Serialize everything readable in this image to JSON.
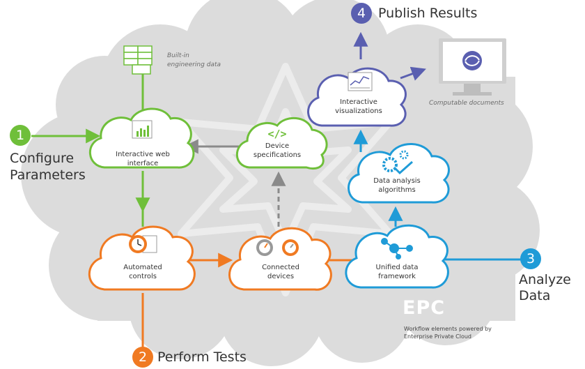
{
  "colors": {
    "green": "#6fbf3a",
    "orange": "#f07a22",
    "blue": "#1f9bd7",
    "purple": "#5a5fb0",
    "gray_arrow": "#8a8a8a",
    "cloud_gray": "#dcdcdc"
  },
  "steps": [
    {
      "number": "1",
      "label_line1": "Configure",
      "label_line2": "Parameters"
    },
    {
      "number": "2",
      "label": "Perform Tests"
    },
    {
      "number": "3",
      "label_line1": "Analyze",
      "label_line2": "Data"
    },
    {
      "number": "4",
      "label": "Publish Results"
    }
  ],
  "nodes": {
    "web_interface": {
      "line1": "Interactive web",
      "line2": "interface",
      "icon": "bar-chart-window-icon"
    },
    "device_specs": {
      "line1": "Device",
      "line2": "specifications",
      "icon": "code-brackets-icon"
    },
    "automated_controls": {
      "line1": "Automated",
      "line2": "controls",
      "icon": "clock-calendar-icon"
    },
    "connected_devices": {
      "line1": "Connected",
      "line2": "devices",
      "icon": "gauge-icon"
    },
    "unified_data": {
      "line1": "Unified data",
      "line2": "framework",
      "icon": "network-nodes-icon"
    },
    "analysis_algorithms": {
      "line1": "Data analysis",
      "line2": "algorithms",
      "icon": "gears-check-icon"
    },
    "visualizations": {
      "line1": "Interactive",
      "line2": "visualizations",
      "icon": "line-chart-icon"
    }
  },
  "annotations": {
    "builtin_line1": "Built-in",
    "builtin_line2": "engineering data",
    "computable": "Computable documents"
  },
  "epc": {
    "title": "EPC",
    "caption_line1": "Workflow elements powered by",
    "caption_line2": "Enterprise Private Cloud"
  }
}
